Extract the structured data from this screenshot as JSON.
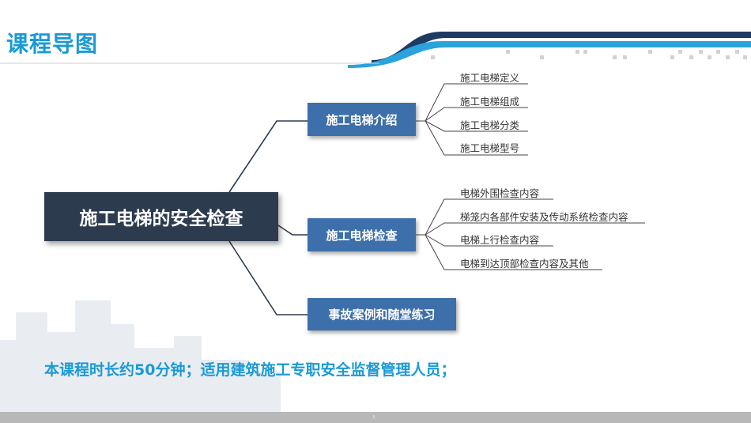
{
  "header": {
    "title": "课程导图"
  },
  "mindmap": {
    "root": "施工电梯的安全检查",
    "branches": [
      {
        "label": "施工电梯介绍",
        "leaves": [
          "施工电梯定义",
          "施工电梯组成",
          "施工电梯分类",
          "施工电梯型号"
        ]
      },
      {
        "label": "施工电梯检查",
        "leaves": [
          "电梯外围检查内容",
          "梯笼内各部件安装及传动系统检查内容",
          "电梯上行检查内容",
          "电梯到达顶部检查内容及其他"
        ]
      },
      {
        "label": "事故案例和随堂练习",
        "leaves": []
      }
    ]
  },
  "footer": {
    "note": "本课程时长约50分钟；适用建筑施工专职安全监督管理人员；",
    "page_number": "3"
  },
  "colors": {
    "title": "#1a9ad6",
    "root_box": "#2d3b4e",
    "branch_box": "#3d6fab",
    "header_band_dark": "#1f3a63",
    "header_band_light": "#2aa3dc"
  }
}
